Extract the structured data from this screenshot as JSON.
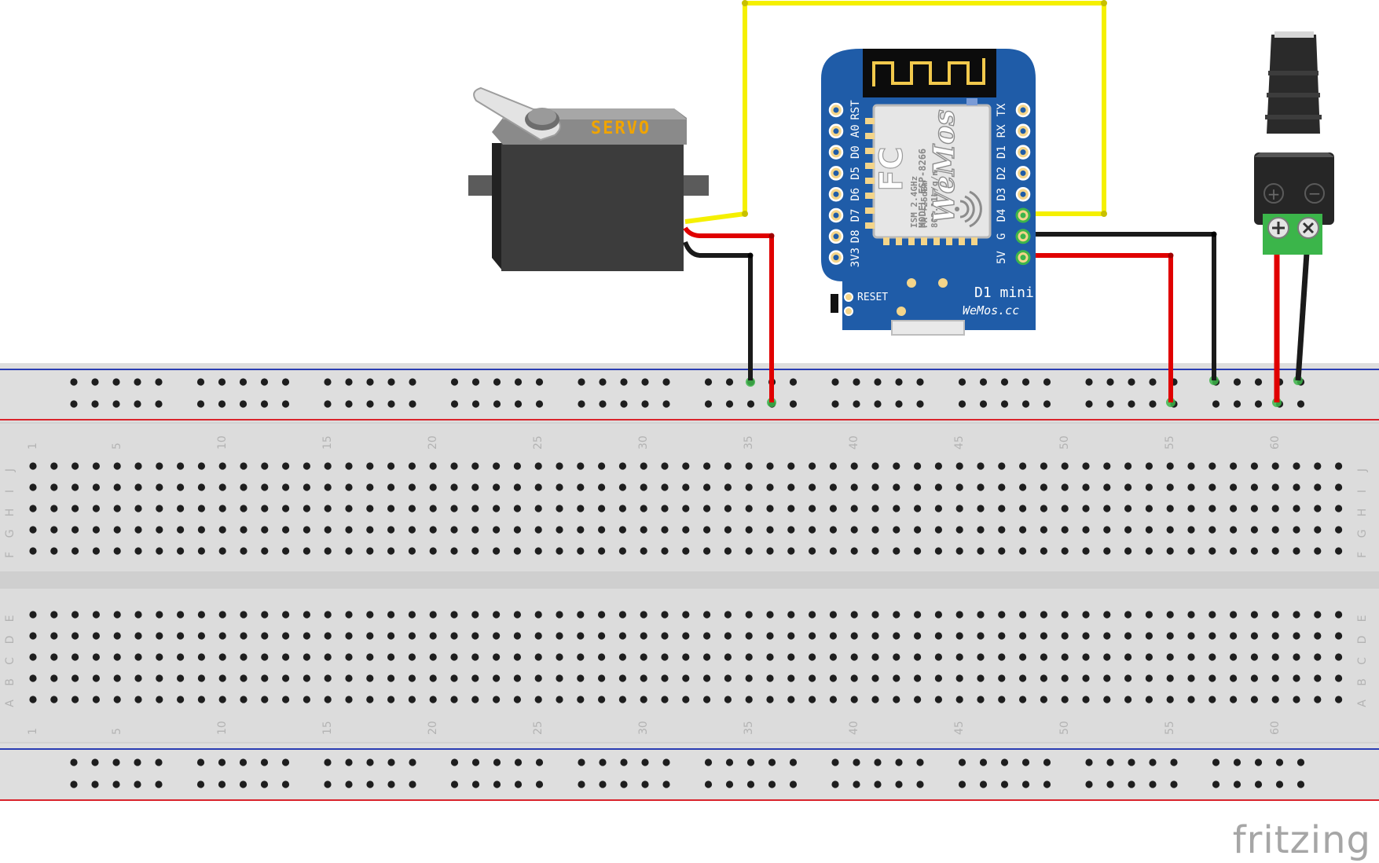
{
  "breadboard": {
    "column_numbers": [
      "1",
      "5",
      "10",
      "15",
      "20",
      "25",
      "30",
      "35",
      "40",
      "45",
      "50",
      "55",
      "60"
    ],
    "rows_top": [
      "J",
      "I",
      "H",
      "G",
      "F"
    ],
    "rows_bottom": [
      "E",
      "D",
      "C",
      "B",
      "A"
    ]
  },
  "servo": {
    "label": "SERVO"
  },
  "wemos": {
    "pins_left": [
      "RST",
      "A0",
      "D0",
      "D5",
      "D6",
      "D7",
      "D8",
      "3V3"
    ],
    "pins_right": [
      "TX",
      "RX",
      "D1",
      "D2",
      "D3",
      "D4",
      "G",
      "5V"
    ],
    "module_logo": "WeMos",
    "module_model": "MODEL  ESP-8266",
    "module_specs": [
      "ISM 2.4GHz",
      "PA +25dBm",
      "802.11b/g/n"
    ],
    "fcc": "FC",
    "reset_label": "RESET",
    "board_name": "D1 mini",
    "site": "WeMos.cc"
  },
  "power_jack": {
    "plus": "+",
    "minus": "−"
  },
  "watermark": "fritzing",
  "colors": {
    "board_blue": "#1f5ca8",
    "wire_yellow": "#f5f000",
    "wire_red": "#e00000",
    "wire_black": "#1a1a1a",
    "rail_red": "#d9232b",
    "rail_blue": "#2a3db3",
    "terminal_green": "#3bb54a"
  }
}
